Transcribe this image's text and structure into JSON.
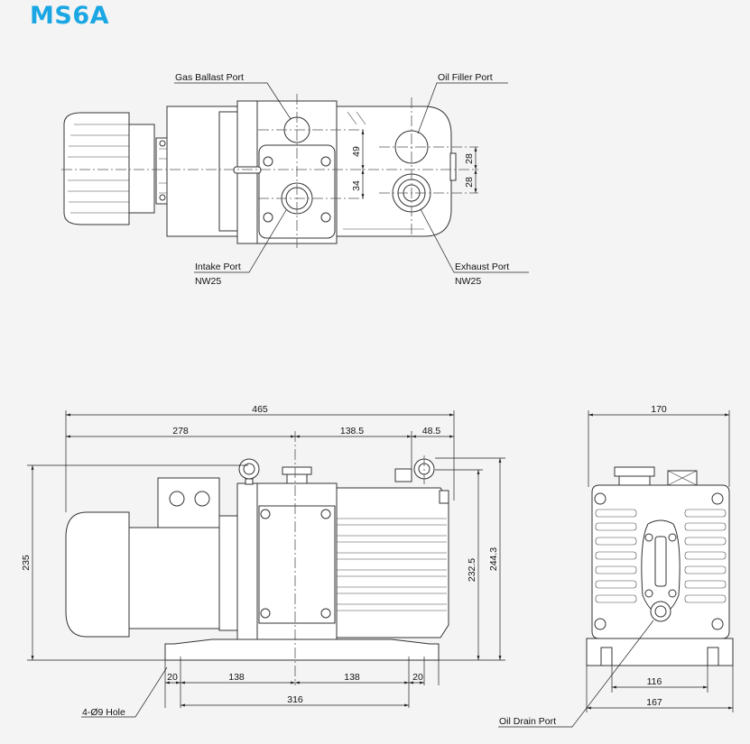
{
  "title": "MS6A",
  "colors": {
    "title": "#1aa7e3",
    "line": "#333333",
    "background": "#f4f4f4"
  },
  "top_view": {
    "labels": {
      "gas_ballast": "Gas Ballast Port",
      "oil_filler": "Oil Filler Port",
      "intake": "Intake Port",
      "intake_size": "NW25",
      "exhaust": "Exhaust Port",
      "exhaust_size": "NW25"
    },
    "dimensions": {
      "d49": "49",
      "d34": "34",
      "d28a": "28",
      "d28b": "28"
    }
  },
  "front_view": {
    "dimensions": {
      "overall_length": "465",
      "d278": "278",
      "d138_5": "138.5",
      "d48_5": "48.5",
      "height_235": "235",
      "height_232_5": "232.5",
      "height_244_3": "244.3",
      "base_20_left": "20",
      "base_138_left": "138",
      "base_138_right": "138",
      "base_20_right": "20",
      "base_316": "316"
    },
    "labels": {
      "holes": "4-Ø9 Hole"
    }
  },
  "side_view": {
    "dimensions": {
      "width_170": "170",
      "width_116": "116",
      "width_167": "167"
    },
    "labels": {
      "oil_drain": "Oil Drain Port"
    }
  }
}
